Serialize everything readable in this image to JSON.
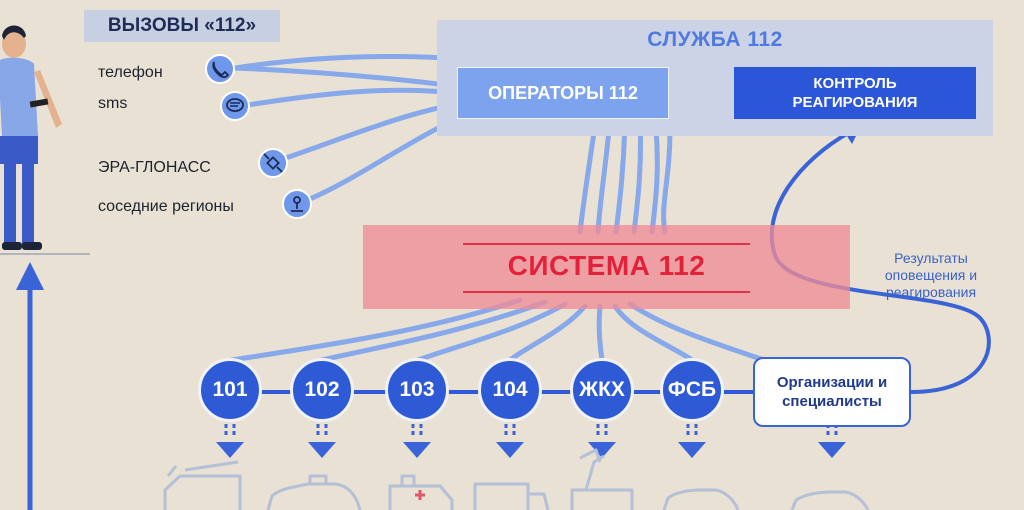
{
  "calls_header": "ВЫЗОВЫ «112»",
  "channels": [
    {
      "label": "телефон",
      "icon": "phone-icon"
    },
    {
      "label": "sms",
      "icon": "sms-bubble-icon"
    },
    {
      "label": "ЭРА-ГЛОНАСС",
      "icon": "satellite-icon"
    },
    {
      "label": "соседние регионы",
      "icon": "region-pin-icon"
    }
  ],
  "service": {
    "title": "СЛУЖБА 112",
    "operators": "ОПЕРАТОРЫ 112",
    "control_line1": "КОНТРОЛЬ",
    "control_line2": "РЕАГИРОВАНИЯ"
  },
  "system": {
    "title": "СИСТЕМА 112"
  },
  "results": {
    "line1": "Результаты",
    "line2": "оповещения и",
    "line3": "реагирования"
  },
  "services": [
    {
      "label": "101",
      "vehicle": "fire-truck-icon"
    },
    {
      "label": "102",
      "vehicle": "police-car-icon"
    },
    {
      "label": "103",
      "vehicle": "ambulance-icon"
    },
    {
      "label": "104",
      "vehicle": "gas-truck-icon"
    },
    {
      "label": "ЖКХ",
      "vehicle": "utility-truck-icon"
    },
    {
      "label": "ФСБ",
      "vehicle": "fsb-car-icon"
    }
  ],
  "organizations": {
    "line1": "Организации и",
    "line2": "специалисты",
    "vehicle": "car-icon"
  },
  "colors": {
    "background": "#e9e1d3",
    "accent_blue": "#2f5ad6",
    "line_blue": "#7da3ee",
    "system_red": "#e2223a"
  }
}
